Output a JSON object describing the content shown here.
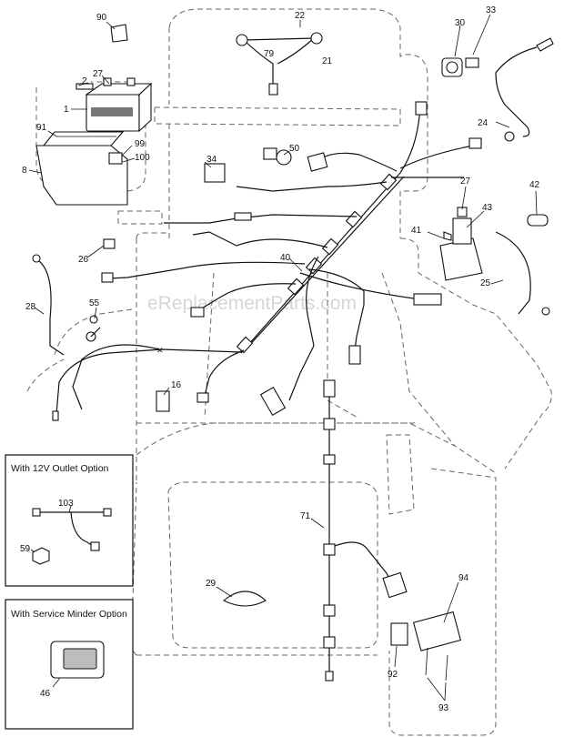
{
  "watermark": "eReplacementParts.com",
  "callouts": {
    "c90": "90",
    "c22": "22",
    "c30": "30",
    "c33": "33",
    "c2": "2",
    "c27a": "27",
    "c79": "79",
    "c21": "21",
    "c1": "1",
    "c24": "24",
    "c91": "91",
    "c99": "99",
    "c100": "100",
    "c34": "34",
    "c50": "50",
    "c8": "8",
    "c27b": "27",
    "c42": "42",
    "c43": "43",
    "c41": "41",
    "c26": "26",
    "c40": "40",
    "c25": "25",
    "c28": "28",
    "c55": "55",
    "c16": "16",
    "c71": "71",
    "c94": "94",
    "c29": "29",
    "c92": "92",
    "c93": "93",
    "c103": "103",
    "c59": "59",
    "c46": "46"
  },
  "panels": {
    "outlet": {
      "title": "With 12V Outlet Option"
    },
    "minder": {
      "title": "With Service Minder Option"
    }
  }
}
